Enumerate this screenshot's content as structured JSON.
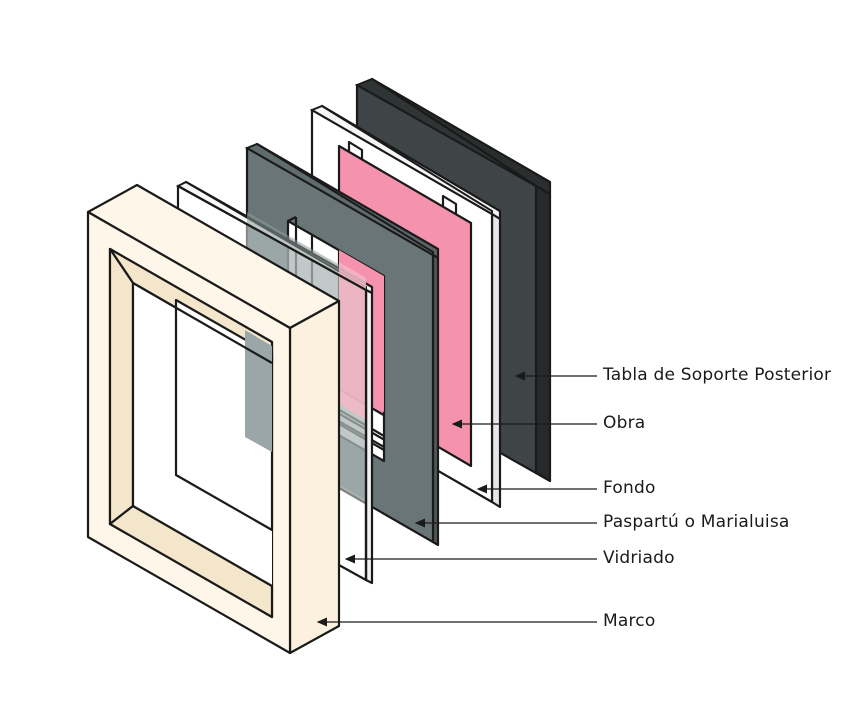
{
  "labels": {
    "backing_board": "Tabla de Soporte Posterior",
    "artwork": "Obra",
    "backing": "Fondo",
    "mat": "Paspartú o Marialuisa",
    "glazing": "Vidriado",
    "frame": "Marco"
  },
  "colors": {
    "backing_board": "#3f4546",
    "artwork": "#f592ad",
    "backing": "#ffffff",
    "mat": "#697577",
    "glazing": "#ffffff",
    "frame_front": "#fdf6e9",
    "frame_inner": "#f3e6cb",
    "outline": "#1a1a1a"
  }
}
